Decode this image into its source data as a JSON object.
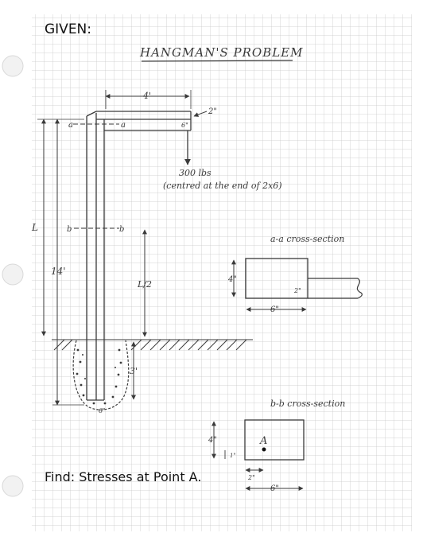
{
  "page": {
    "given_label": "GIVEN:",
    "title": "HANGMAN'S PROBLEM",
    "find_text": "Find: Stresses at Point A."
  },
  "structure": {
    "arm_length": "4'",
    "arm_thickness": "2\"",
    "arm_depth": "6\"",
    "load": "300 lbs",
    "load_note": "(centred at the end of 2x6)",
    "section_a_left": "a",
    "section_a_right": "a",
    "section_b_left": "b",
    "section_b_right": "b",
    "total_length": "L",
    "pole_height": "14'",
    "half_length": "L/2",
    "embed_depth": "3'",
    "base_width": "6\""
  },
  "section_aa": {
    "title": "a-a cross-section",
    "height": "4\"",
    "width": "6\"",
    "arm_label": "2\""
  },
  "section_bb": {
    "title": "b-b cross-section",
    "height": "4\"",
    "point_label": "A",
    "point_offset_vertical": "1\"",
    "point_offset_horizontal": "2\"",
    "width": "6\""
  },
  "colors": {
    "grid": "#c9c9c9",
    "ink": "#3a3a3a",
    "text": "#111111"
  }
}
